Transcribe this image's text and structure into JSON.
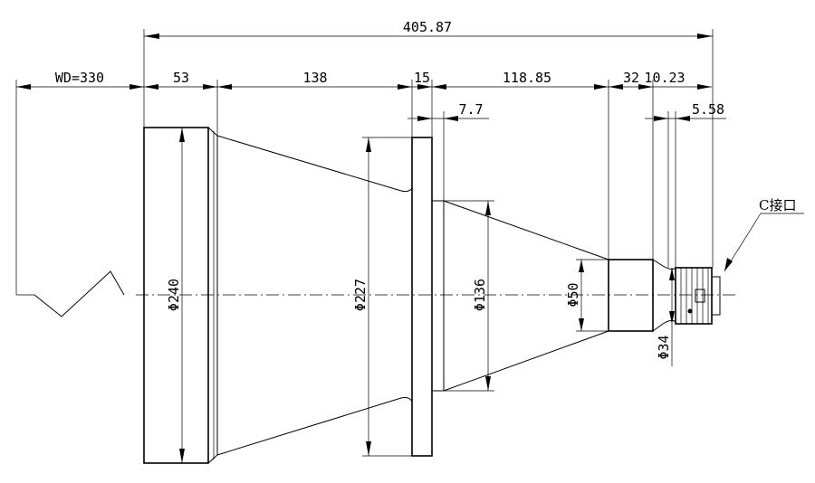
{
  "dimensions": {
    "overall": "405.87",
    "wd": "WD=330",
    "seg_53": "53",
    "seg_138": "138",
    "seg_15": "15",
    "seg_118": "118.85",
    "seg_32": "32",
    "seg_10": "10.23",
    "flange_gap": "7.7",
    "mount_gap": "5.58"
  },
  "diameters": {
    "d240": "Φ240",
    "d227": "Φ227",
    "d136": "Φ136",
    "d50": "Φ50",
    "d34": "Φ34"
  },
  "labels": {
    "c_mount": "C接口"
  }
}
